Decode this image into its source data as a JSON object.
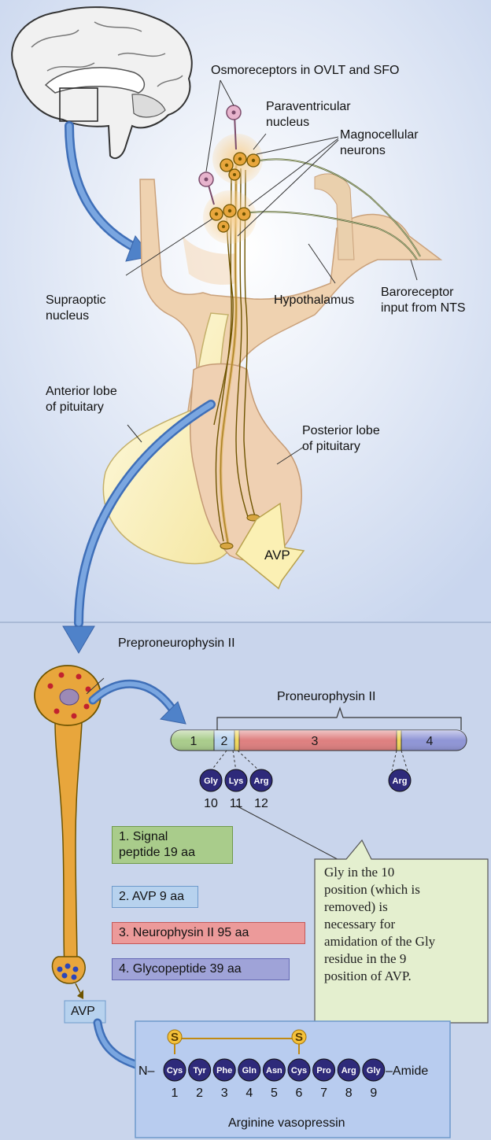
{
  "labels": {
    "osmoreceptors": "Osmoreceptors in OVLT and SFO",
    "paraventricular": "Paraventricular\nnucleus",
    "magnocellular": "Magnocellular\nneurons",
    "supraoptic": "Supraoptic\nnucleus",
    "hypothalamus": "Hypothalamus",
    "baroreceptor": "Baroreceptor\ninput from NTS",
    "anterior_lobe": "Anterior lobe\nof pituitary",
    "posterior_lobe": "Posterior lobe\nof pituitary",
    "avp_arrow": "AVP",
    "prepro": "Preproneurophysin II",
    "proneuro": "Proneurophysin II",
    "avp_box": "AVP",
    "sulfur": "S",
    "n_term": "N–",
    "amide": "–Amide",
    "vasopressin": "Arginine vasopressin"
  },
  "segments": [
    "1",
    "2",
    "3",
    "4"
  ],
  "cleavage_residues": [
    {
      "aa": "Gly",
      "pos": "10"
    },
    {
      "aa": "Lys",
      "pos": "11"
    },
    {
      "aa": "Arg",
      "pos": "12"
    }
  ],
  "arg_residue": "Arg",
  "legend": [
    {
      "text": "1. Signal\npeptide 19 aa",
      "bg": "#a9cc8b",
      "border": "#6f9a4b"
    },
    {
      "text": "2. AVP 9 aa",
      "bg": "#b7d2ee",
      "border": "#6e9acb"
    },
    {
      "text": "3. Neurophysin II 95 aa",
      "bg": "#ec9a9a",
      "border": "#c45858"
    },
    {
      "text": "4. Glycopeptide 39 aa",
      "bg": "#9fa3d8",
      "border": "#6468b4"
    }
  ],
  "callout": "Gly in the 10\nposition (which is\nremoved) is\nnecessary for\namidation of the Gly\nresidue in the 9\nposition of AVP.",
  "peptide": [
    {
      "aa": "Cys",
      "pos": "1"
    },
    {
      "aa": "Tyr",
      "pos": "2"
    },
    {
      "aa": "Phe",
      "pos": "3"
    },
    {
      "aa": "Gln",
      "pos": "4"
    },
    {
      "aa": "Asn",
      "pos": "5"
    },
    {
      "aa": "Cys",
      "pos": "6"
    },
    {
      "aa": "Pro",
      "pos": "7"
    },
    {
      "aa": "Arg",
      "pos": "8"
    },
    {
      "aa": "Gly",
      "pos": "9"
    }
  ],
  "colors": {
    "upper_bg": "#d3ddef",
    "lower_bg": "#c8d4ec",
    "tissue": "#eccaa6",
    "anterior": "#fbf2c2",
    "neuron": "#e8a63c",
    "arrow_blue": "#4f82c9",
    "residue": "#2e2a7a",
    "callout_bg": "#e4efcf"
  }
}
